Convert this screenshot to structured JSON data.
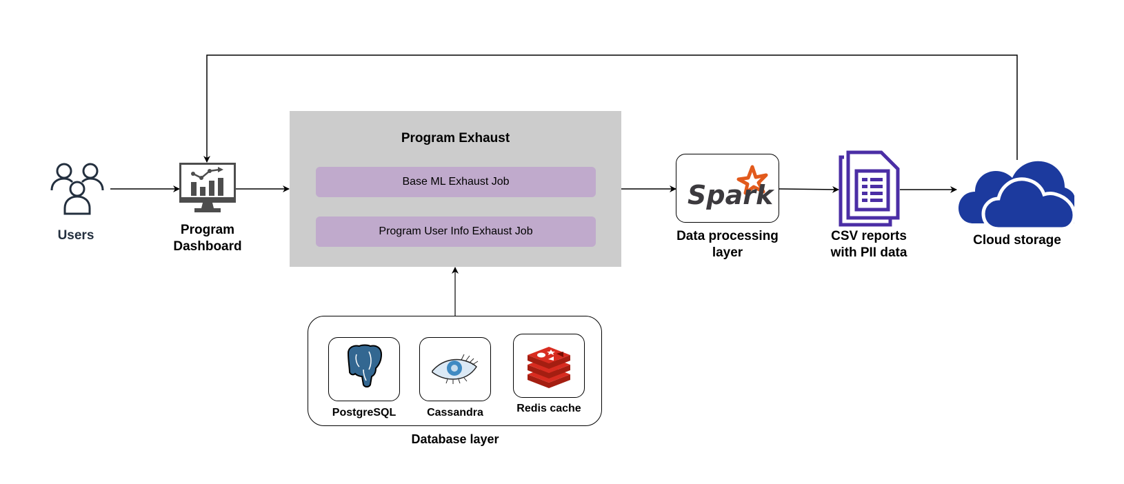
{
  "nodes": {
    "users": {
      "label": "Users",
      "icon": "users-icon"
    },
    "dashboard": {
      "label_line1": "Program",
      "label_line2": "Dashboard",
      "icon": "dashboard-monitor-icon"
    },
    "program_exhaust": {
      "title": "Program Exhaust",
      "jobs": [
        {
          "label": "Base ML Exhaust Job"
        },
        {
          "label": "Program User Info Exhaust Job"
        }
      ]
    },
    "spark": {
      "label_line1": "Data processing",
      "label_line2": "layer",
      "logo_text": "Spark",
      "icon": "spark-logo-icon"
    },
    "csv": {
      "label_line1": "CSV reports",
      "label_line2": "with PII data",
      "icon": "csv-document-icon"
    },
    "cloud": {
      "label": "Cloud storage",
      "icon": "cloud-icon"
    },
    "database_layer": {
      "label": "Database layer",
      "databases": [
        {
          "label": "PostgreSQL",
          "icon": "postgresql-elephant-icon"
        },
        {
          "label": "Cassandra",
          "icon": "cassandra-eye-icon"
        },
        {
          "label": "Redis cache",
          "icon": "redis-stack-icon"
        }
      ]
    }
  },
  "colors": {
    "exhaust_bg": "#cccccc",
    "job_bg": "#c0aacc",
    "users_icon": "#232f3e",
    "dashboard_icon": "#4d4d4d",
    "csv_icon": "#4b2ea5",
    "cloud": "#1c3a9e",
    "spark_orange": "#e25a1c",
    "postgres_blue": "#336791",
    "redis_red": "#c6302b"
  }
}
